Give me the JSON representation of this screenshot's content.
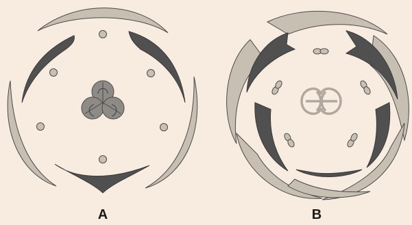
{
  "figure": {
    "panels": [
      {
        "label": "A",
        "type": "floral-diagram"
      },
      {
        "label": "B",
        "type": "floral-diagram"
      }
    ]
  },
  "colors": {
    "background": "#f8ece0",
    "outer_whorl_fill": "#c7bfb2",
    "inner_whorl_fill": "#505050",
    "stamen_fill": "#c9c0b4",
    "ovary_fill": "#8e8a85",
    "outline": "#4a4a4a"
  }
}
